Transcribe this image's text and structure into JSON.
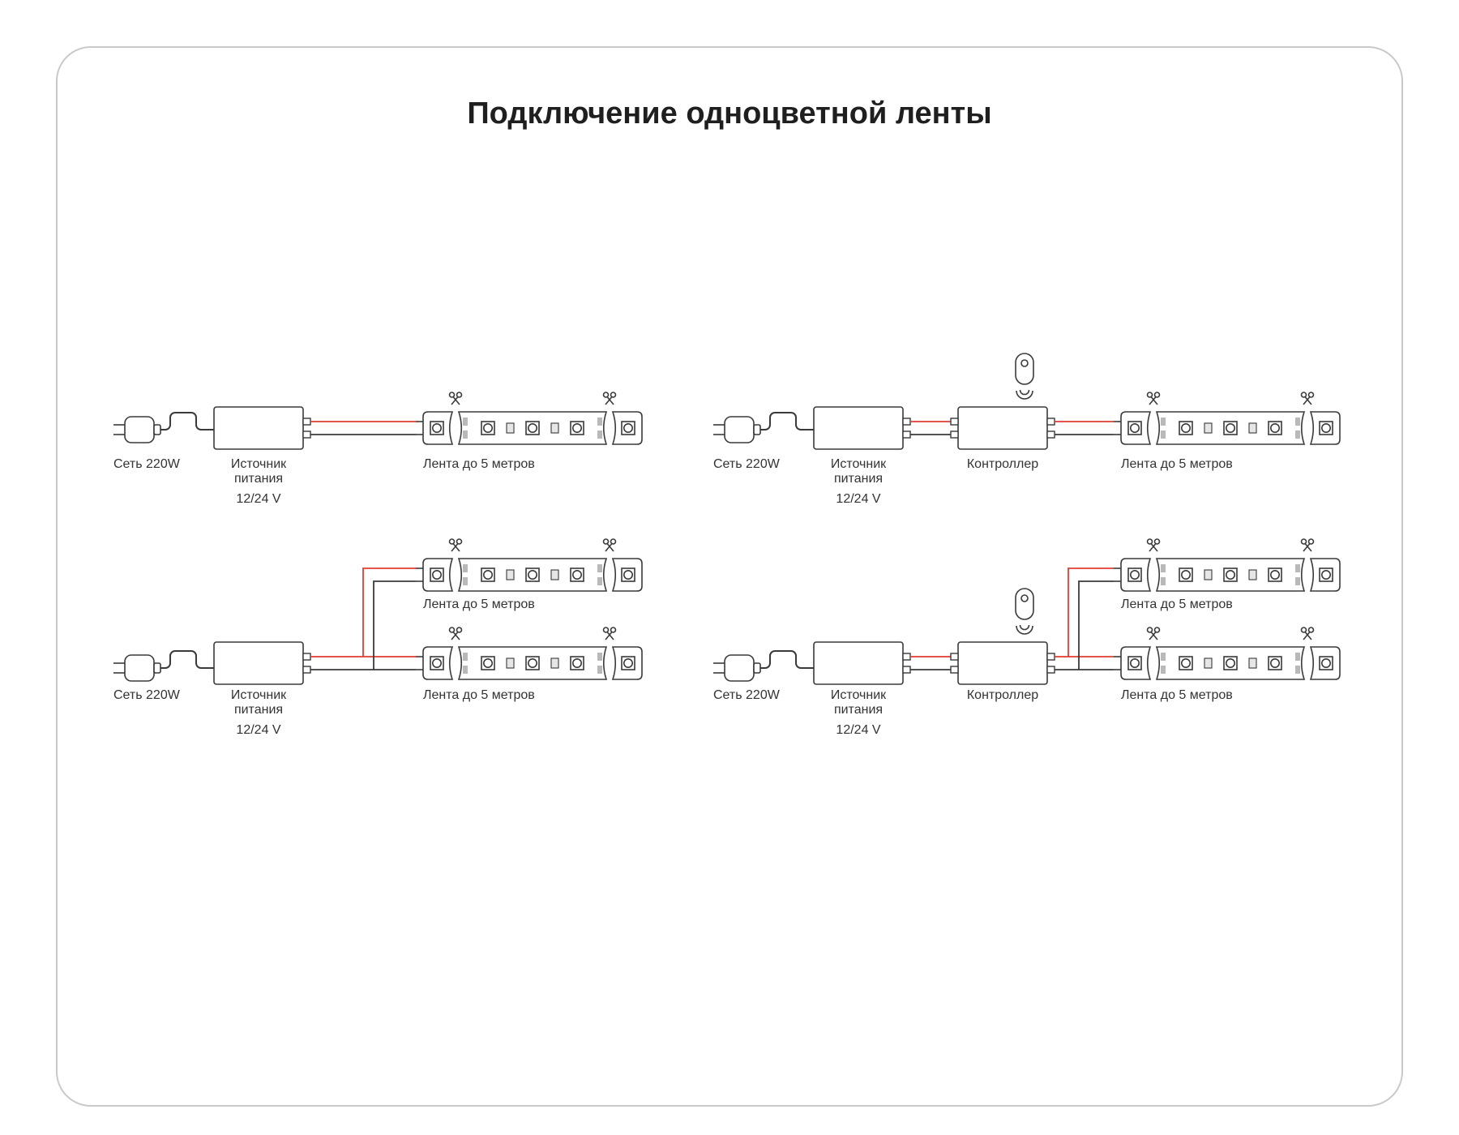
{
  "title": "Подключение одноцветной ленты",
  "labels": {
    "mains": "Сеть 220W",
    "psu_line1": "Источник",
    "psu_line2": "питания",
    "psu_voltage": "12/24 V",
    "controller": "Контроллер",
    "strip": "Лента до 5 метров"
  },
  "colors": {
    "outline": "#3a3a3a",
    "wire_red": "#e03c31",
    "wire_black": "#3a3a3a",
    "frame_border": "#c9c9c9",
    "text": "#333333"
  }
}
